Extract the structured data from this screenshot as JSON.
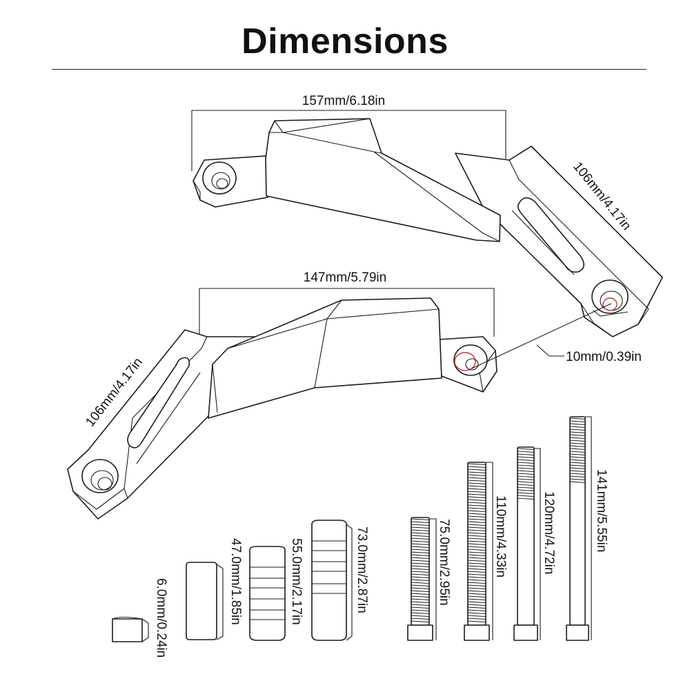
{
  "title": "Dimensions",
  "labels": {
    "top_bracket_width": "157mm/6.18in",
    "top_arm_length": "106mm/4.17in",
    "bottom_bracket_width": "147mm/5.79in",
    "bottom_arm_length": "106mm/4.17in",
    "hole_diameter": "10mm/0.39in",
    "spacer_6": "6.0mm/0.24in",
    "spacer_47": "47.0mm/1.85in",
    "spacer_55": "55.0mm/2.17in",
    "spacer_73": "73.0mm/2.87in",
    "bolt_75": "75.0mm/2.95in",
    "bolt_110": "110mm/4.33in",
    "bolt_120": "120mm/4.72in",
    "bolt_141": "141mm/5.55in"
  },
  "colors": {
    "line": "#1a1a1a",
    "hole_accent": "#c0392b"
  }
}
